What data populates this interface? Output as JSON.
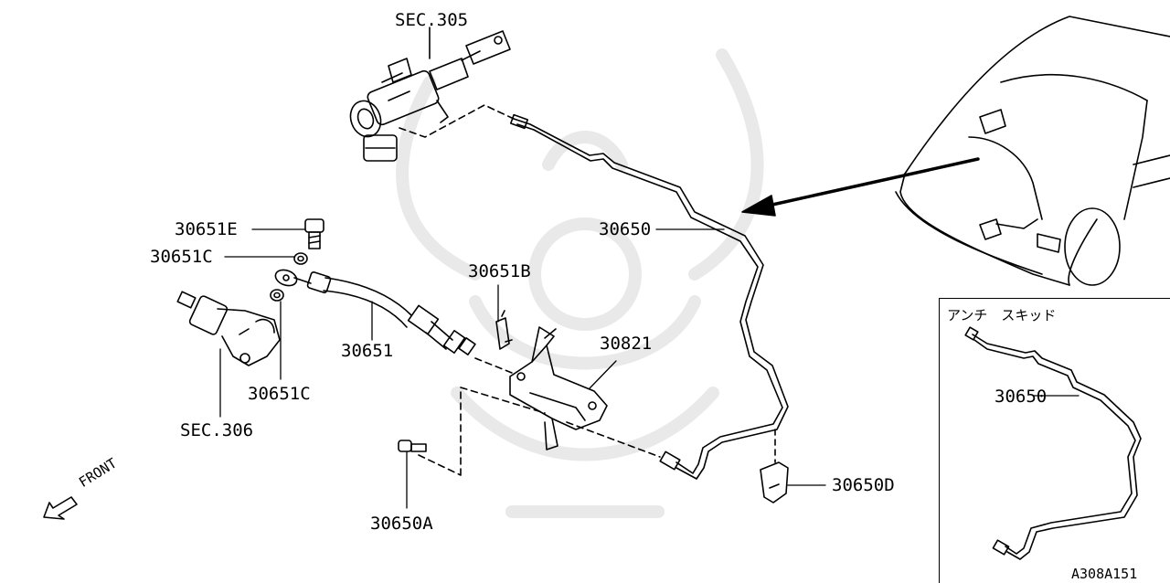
{
  "diagram": {
    "labels": {
      "sec305": "SEC.305",
      "sec306": "SEC.306",
      "p30650": "30650",
      "p30651E": "30651E",
      "p30651C_top": "30651C",
      "p30651C_bottom": "30651C",
      "p30651B": "30651B",
      "p30651": "30651",
      "p30821": "30821",
      "p30650A": "30650A",
      "p30650D": "30650D",
      "front": "FRONT"
    },
    "inset": {
      "title": "アンチ　スキッド",
      "part": "30650"
    },
    "figure_code": "A308A151",
    "colors": {
      "line": "#000000",
      "watermark": "#e9e9e9",
      "background": "#ffffff"
    }
  }
}
